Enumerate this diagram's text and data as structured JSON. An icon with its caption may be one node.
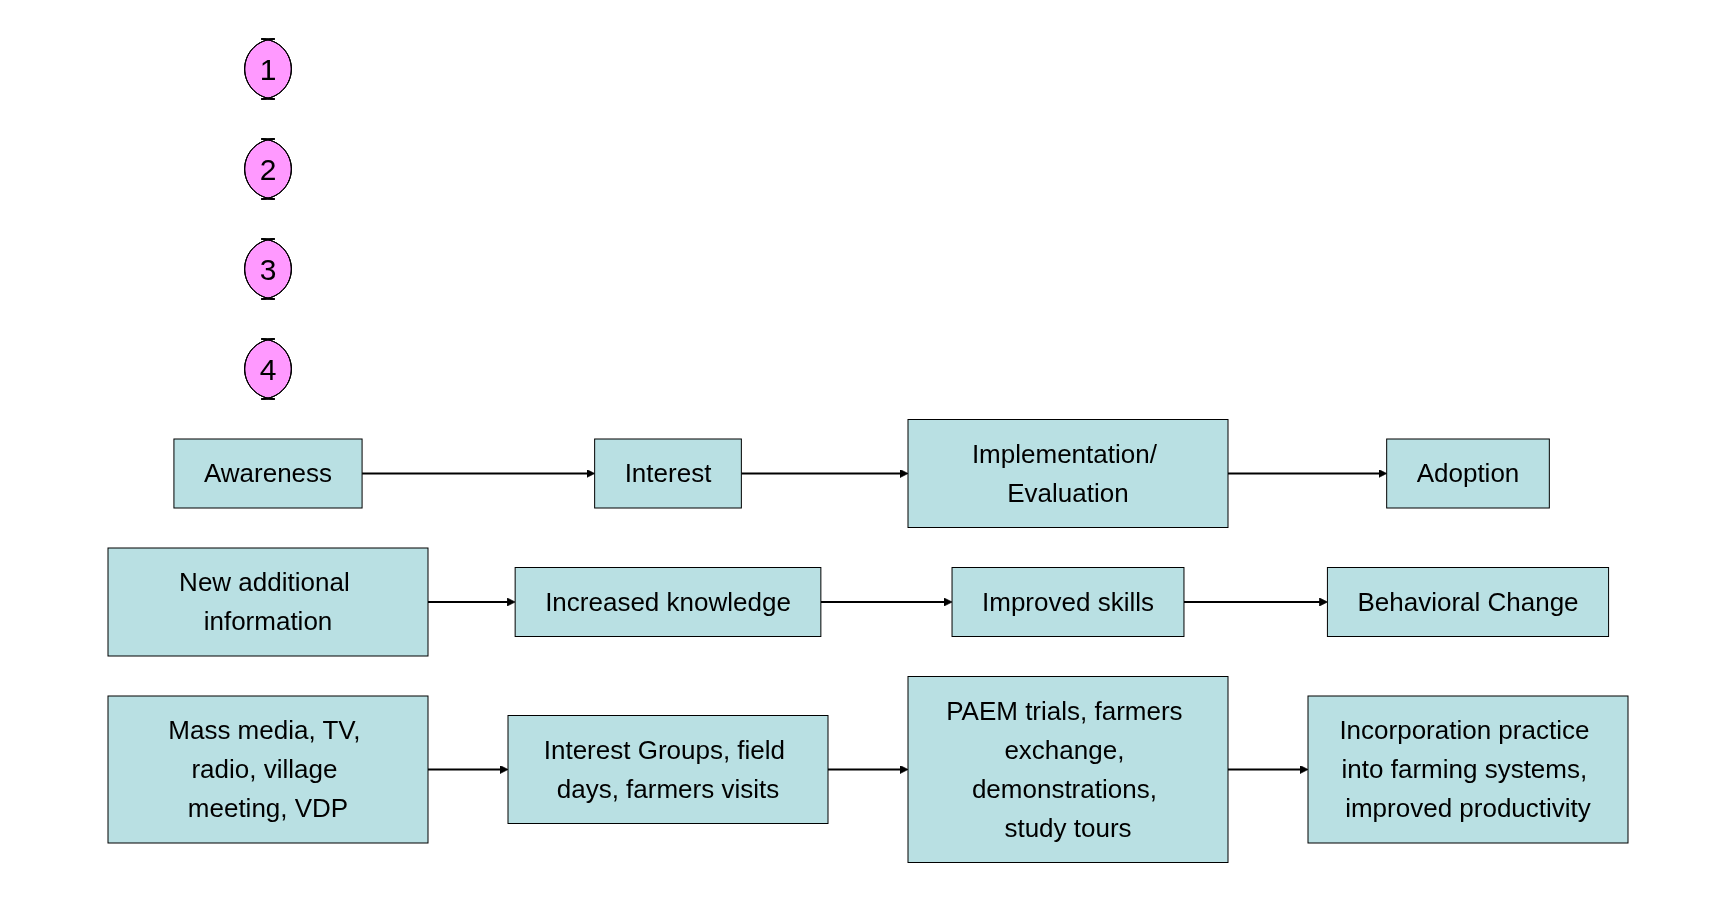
{
  "diagram": {
    "nodes": [
      {
        "text": [
          "1"
        ]
      },
      {
        "text": [
          "2"
        ]
      },
      {
        "text": [
          "3"
        ]
      },
      {
        "text": [
          "4"
        ]
      },
      {
        "text": [
          "Awareness"
        ]
      },
      {
        "text": [
          "Interest"
        ]
      },
      {
        "text": [
          "Implementation/ Evaluation"
        ]
      },
      {
        "text": [
          "Adoption"
        ]
      },
      {
        "text": [
          "New additional information"
        ]
      },
      {
        "text": [
          "Increased knowledge"
        ]
      },
      {
        "text": [
          "Improved skills"
        ]
      },
      {
        "text": [
          "Behavioral Change"
        ]
      },
      {
        "text": [
          "Mass media, TV, radio, village meeting, VDP"
        ]
      },
      {
        "text": [
          "Interest Groups, field days, farmers visits"
        ]
      },
      {
        "text": [
          "PAEM trials, farmers exchange, demonstrations, study tours"
        ]
      },
      {
        "text": [
          "Incorporation practice into farming systems, improved productivity"
        ]
      }
    ],
    "edges": [
      {
        "from": 4,
        "to": 5,
        "arrow": "to"
      },
      {
        "from": 5,
        "to": 6,
        "arrow": "to"
      },
      {
        "from": 6,
        "to": 7,
        "arrow": "to"
      },
      {
        "from": 8,
        "to": 9,
        "arrow": "to"
      },
      {
        "from": 9,
        "to": 10,
        "arrow": "to"
      },
      {
        "from": 10,
        "to": 11,
        "arrow": "to"
      },
      {
        "from": 12,
        "to": 13,
        "arrow": "to"
      },
      {
        "from": 13,
        "to": 14,
        "arrow": "to"
      },
      {
        "from": 14,
        "to": 15,
        "arrow": "to"
      }
    ]
  }
}
